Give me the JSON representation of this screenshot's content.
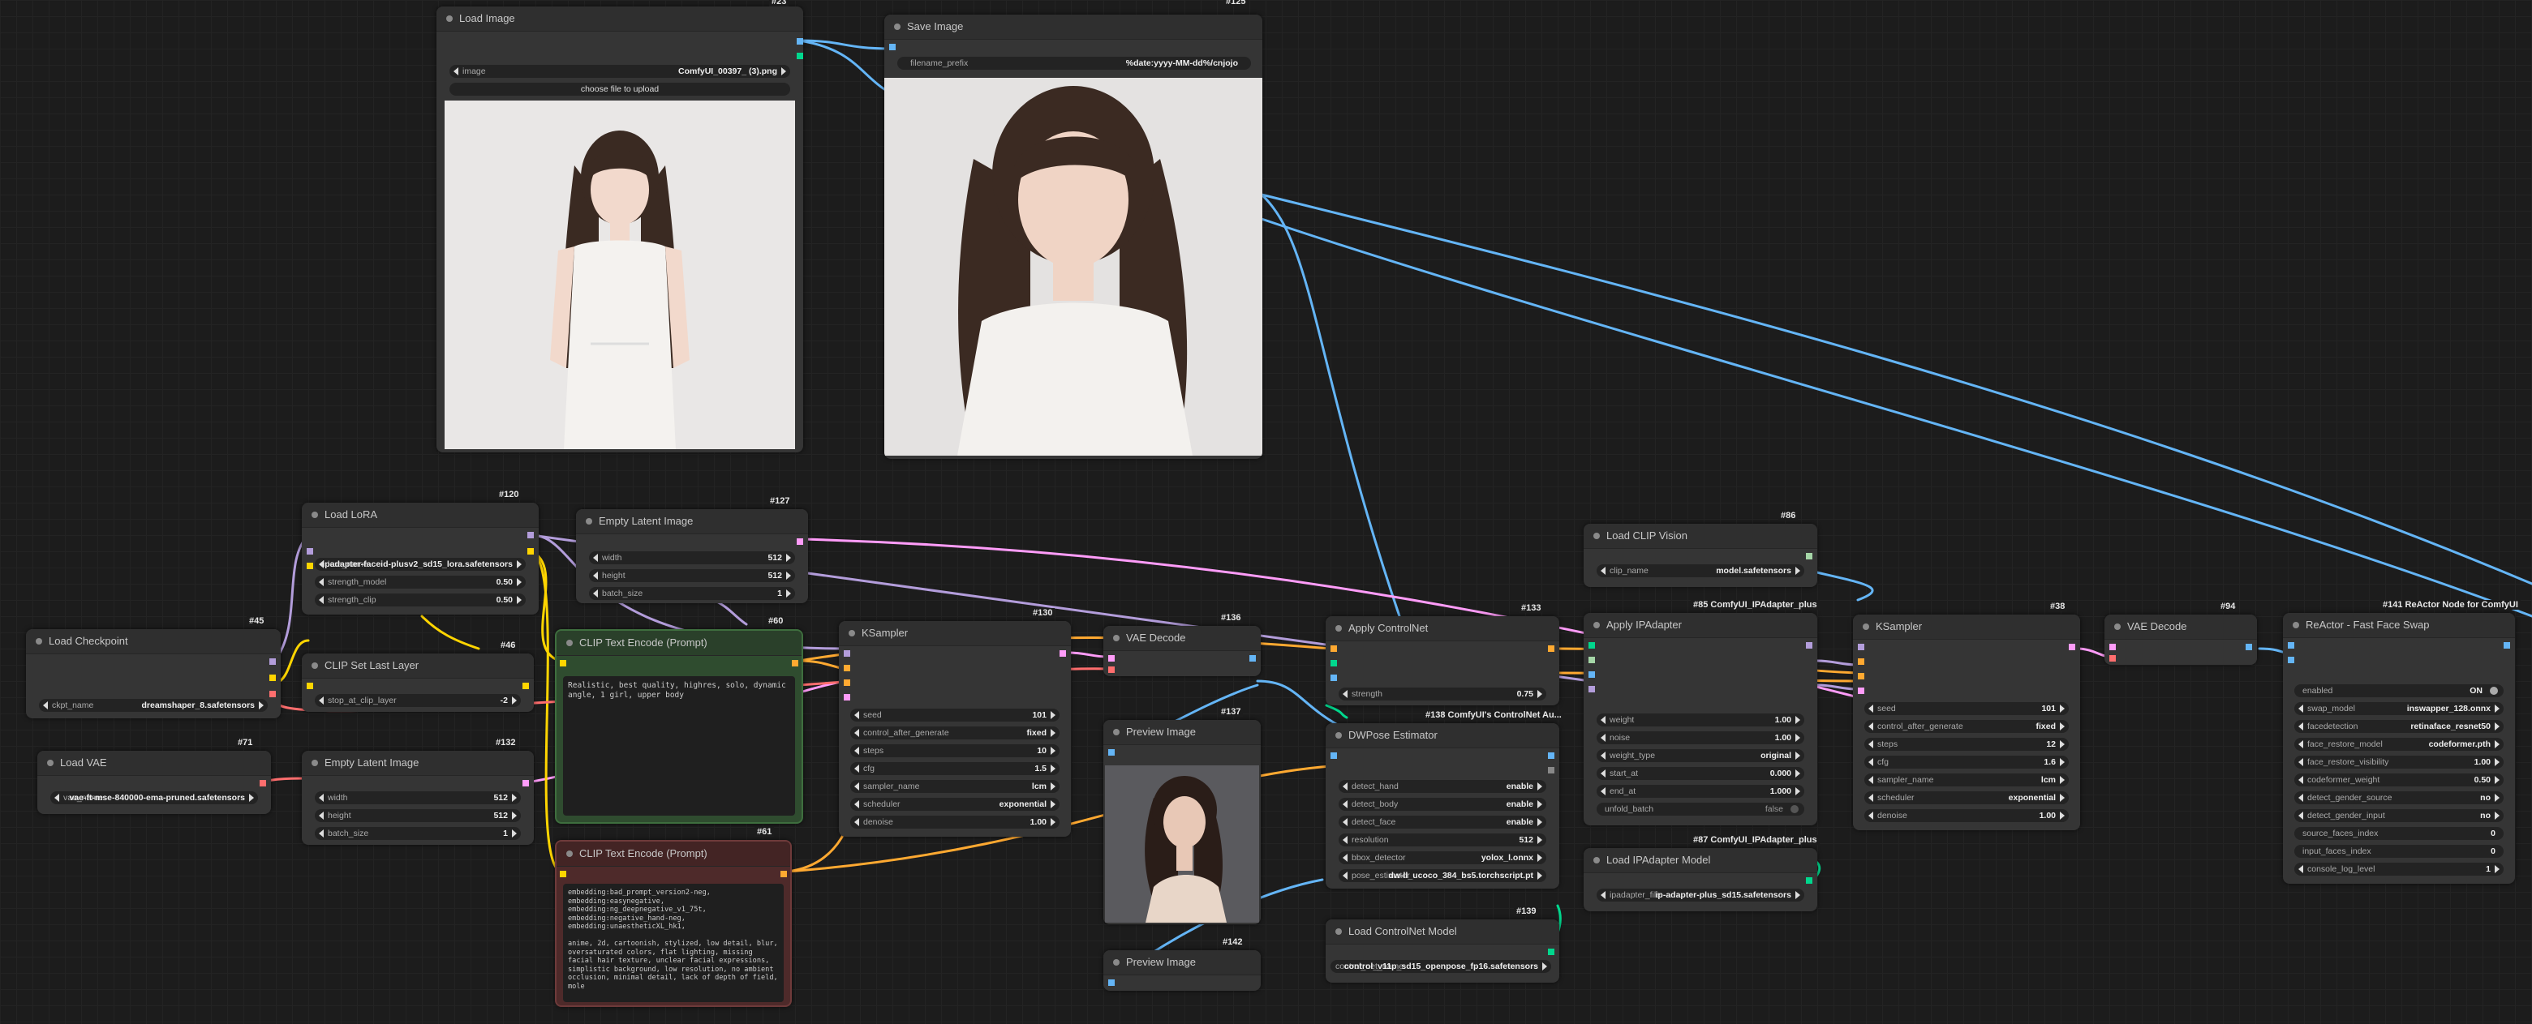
{
  "colors": {
    "background": "#1c1c1c",
    "node": "#353535",
    "positive": "#2f4c2f",
    "negative": "#4e2a2a",
    "link_model": "#b39ddb",
    "link_clip": "#ffd500",
    "link_cond": "#ffa931",
    "link_latent": "#ff9cf9",
    "link_image": "#64b5f6",
    "link_vae": "#ff6e6e",
    "link_control": "#00d78d"
  },
  "nodes": {
    "load_image": {
      "id": "#23",
      "title": "Load Image",
      "image_label": "image",
      "image_value": "ComfyUI_00397_ (3).png",
      "upload": "choose file to upload"
    },
    "save_image": {
      "id": "#125",
      "title": "Save Image",
      "prefix_label": "filename_prefix",
      "prefix_value": "%date:yyyy-MM-dd%/cnjojo"
    },
    "load_lora": {
      "id": "#120",
      "title": "Load LoRA",
      "w1_label": "lora_name",
      "w1_value": "ipadapter-faceid-plusv2_sd15_lora.safetensors",
      "w2_label": "strength_model",
      "w2_value": "0.50",
      "w3_label": "strength_clip",
      "w3_value": "0.50"
    },
    "empty_latent_top": {
      "id": "#127",
      "title": "Empty Latent Image",
      "w1_label": "width",
      "w1_value": "512",
      "w2_label": "height",
      "w2_value": "512",
      "w3_label": "batch_size",
      "w3_value": "1"
    },
    "load_checkpoint": {
      "id": "#45",
      "title": "Load Checkpoint",
      "w1_label": "ckpt_name",
      "w1_value": "dreamshaper_8.safetensors"
    },
    "clip_set_last": {
      "id": "#46",
      "title": "CLIP Set Last Layer",
      "w1_label": "stop_at_clip_layer",
      "w1_value": "-2"
    },
    "clip_pos": {
      "id": "#60",
      "title": "CLIP Text Encode (Prompt)",
      "text": "Realistic, best quality, highres, solo, dynamic angle, 1 girl, upper body"
    },
    "clip_neg": {
      "id": "#61",
      "title": "CLIP Text Encode (Prompt)",
      "text": "embedding:bad_prompt_version2-neg,\nembedding:easynegative,\nembedding:ng_deepnegative_v1_75t,\nembedding:negative_hand-neg, embedding:unaestheticXL_hk1,\n\nanime, 2d, cartoonish, stylized, low detail, blur, oversaturated colors, flat lighting, missing facial hair texture, unclear facial expressions, simplistic background, low resolution, no ambient occlusion, minimal detail, lack of depth of field, mole"
    },
    "load_vae": {
      "id": "#71",
      "title": "Load VAE",
      "w1_label": "vae_name",
      "w1_value": "vae-ft-mse-840000-ema-pruned.safetensors"
    },
    "empty_latent_bottom": {
      "id": "#132",
      "title": "Empty Latent Image",
      "w1_label": "width",
      "w1_value": "512",
      "w2_label": "height",
      "w2_value": "512",
      "w3_label": "batch_size",
      "w3_value": "1"
    },
    "ksampler_1": {
      "id": "#130",
      "title": "KSampler",
      "seed": "101",
      "control": "fixed",
      "steps": "10",
      "cfg": "1.5",
      "sampler": "lcm",
      "scheduler": "exponential",
      "denoise": "1.00"
    },
    "vae_decode_1": {
      "id": "#136",
      "title": "VAE Decode"
    },
    "preview_1": {
      "id": "#137",
      "title": "Preview Image"
    },
    "preview_2": {
      "id": "#142",
      "title": "Preview Image"
    },
    "apply_controlnet": {
      "id": "#133",
      "title": "Apply ControlNet",
      "w1_label": "strength",
      "w1_value": "0.75"
    },
    "dwpose": {
      "id": "#138 ComfyUI's ControlNet Au...",
      "title": "DWPose Estimator",
      "detect_hand": "enable",
      "detect_body": "enable",
      "detect_face": "enable",
      "resolution": "512",
      "bbox_detector": "yolox_l.onnx",
      "pose_estimator": "dw-ll_ucoco_384_bs5.torchscript.pt"
    },
    "load_controlnet": {
      "id": "#139",
      "title": "Load ControlNet Model",
      "w1_label": "control_net_name",
      "w1_value": "control_v11p_sd15_openpose_fp16.safetensors"
    },
    "load_clip_vision": {
      "id": "#86",
      "title": "Load CLIP Vision",
      "w1_label": "clip_name",
      "w1_value": "model.safetensors"
    },
    "apply_ipadapter": {
      "id": "#85 ComfyUI_IPAdapter_plus",
      "title": "Apply IPAdapter",
      "weight": "1.00",
      "noise": "1.00",
      "weight_type": "original",
      "start_at": "0.000",
      "end_at": "1.000",
      "unfold_batch": "false"
    },
    "load_ipadapter": {
      "id": "#87 ComfyUI_IPAdapter_plus",
      "title": "Load IPAdapter Model",
      "w1_label": "ipadapter_file",
      "w1_value": "ip-adapter-plus_sd15.safetensors"
    },
    "ksampler_2": {
      "id": "#38",
      "title": "KSampler",
      "seed": "101",
      "control": "fixed",
      "steps": "12",
      "cfg": "1.6",
      "sampler": "lcm",
      "scheduler": "exponential",
      "denoise": "1.00"
    },
    "vae_decode_2": {
      "id": "#94",
      "title": "VAE Decode"
    },
    "reactor": {
      "id": "#141 ReActor Node for ComfyUI",
      "title": "ReActor - Fast Face Swap",
      "enabled": "ON",
      "swap_model": "inswapper_128.onnx",
      "facedetection": "retinaface_resnet50",
      "face_restore_model": "codeformer.pth",
      "face_restore_visibility": "1.00",
      "codeformer_weight": "0.50",
      "detect_gender_source": "no",
      "detect_gender_input": "no",
      "source_faces_index": "0",
      "input_faces_index": "0",
      "console_log_level": "1"
    }
  },
  "labels": {
    "seed": "seed",
    "control": "control_after_generate",
    "steps": "steps",
    "cfg": "cfg",
    "sampler": "sampler_name",
    "scheduler": "scheduler",
    "denoise": "denoise",
    "detect_hand": "detect_hand",
    "detect_body": "detect_body",
    "detect_face": "detect_face",
    "resolution": "resolution",
    "bbox_detector": "bbox_detector",
    "pose_estimator": "pose_estimator",
    "weight": "weight",
    "noise": "noise",
    "weight_type": "weight_type",
    "start_at": "start_at",
    "end_at": "end_at",
    "unfold_batch": "unfold_batch",
    "enabled": "enabled",
    "swap_model": "swap_model",
    "facedetection": "facedetection",
    "face_restore_model": "face_restore_model",
    "face_restore_visibility": "face_restore_visibility",
    "codeformer_weight": "codeformer_weight",
    "detect_gender_source": "detect_gender_source",
    "detect_gender_input": "detect_gender_input",
    "source_faces_index": "source_faces_index",
    "input_faces_index": "input_faces_index",
    "console_log_level": "console_log_level"
  }
}
